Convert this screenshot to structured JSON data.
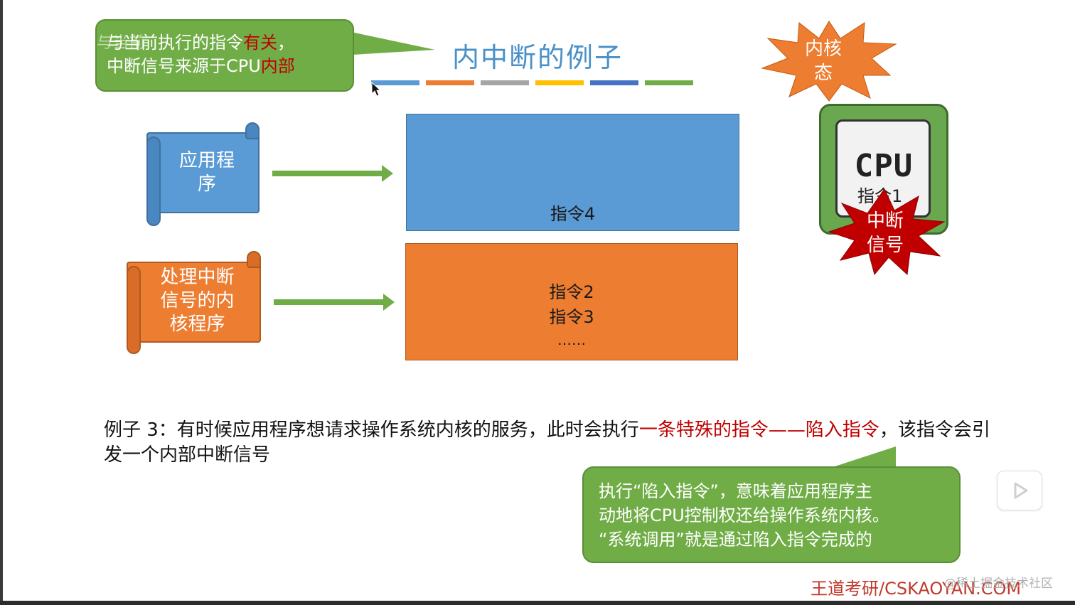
{
  "slide": {
    "title": "内中断的例子",
    "color_bar": [
      "#5b9bd5",
      "#ed7d31",
      "#a5a5a5",
      "#ffc000",
      "#4472c4",
      "#70ad47"
    ],
    "watermark_top": "王道论坛 与当前",
    "callout_top": {
      "line1_prefix": "与当前执行的指令",
      "line1_red": "有关",
      "line1_suffix": "，",
      "line2_prefix": "中断信号来源于CPU",
      "line2_red": "内部"
    },
    "kernel_mode_line1": "内核",
    "kernel_mode_line2": "态",
    "app_program_line1": "应用程",
    "app_program_line2": "序",
    "handler_line1": "处理中断",
    "handler_line2": "信号的内",
    "handler_line3": "核程序",
    "blue_box_instr": "指令4",
    "orange_box_instr_a": "指令2",
    "orange_box_instr_b": "指令3",
    "orange_box_ellipsis": "……",
    "cpu_label": "CPU",
    "cpu_instr": "指令1",
    "interrupt_line1": "中断",
    "interrupt_line2": "信号",
    "example": {
      "prefix": "例子 3：有时候应用程序想请求操作系统内核的服务，此时会执行",
      "red": "一条特殊的指令——陷入指令",
      "suffix": "，该指令会引发一个内部中断信号"
    },
    "callout_bottom": {
      "line1": "执行“陷入指令”，意味着应用程序主",
      "line2": "动地将CPU控制权还给操作系统内核。",
      "line3": "“系统调用”就是通过陷入指令完成的"
    },
    "brand": "王道考研/CSKAOYAN.COM",
    "juejin_watermark": "@稀土掘金技术社区"
  },
  "colors": {
    "green": "#70ad47",
    "blue": "#5b9bd5",
    "orange": "#ed7d31",
    "burst_orange": "#ed7d31",
    "burst_red": "#c00000",
    "title_blue": "#4a90c8",
    "emphasis_red": "#c00000"
  },
  "icons": [
    "cursor-icon",
    "play-icon",
    "cpu-chip-icon",
    "arrow-right-icon"
  ]
}
